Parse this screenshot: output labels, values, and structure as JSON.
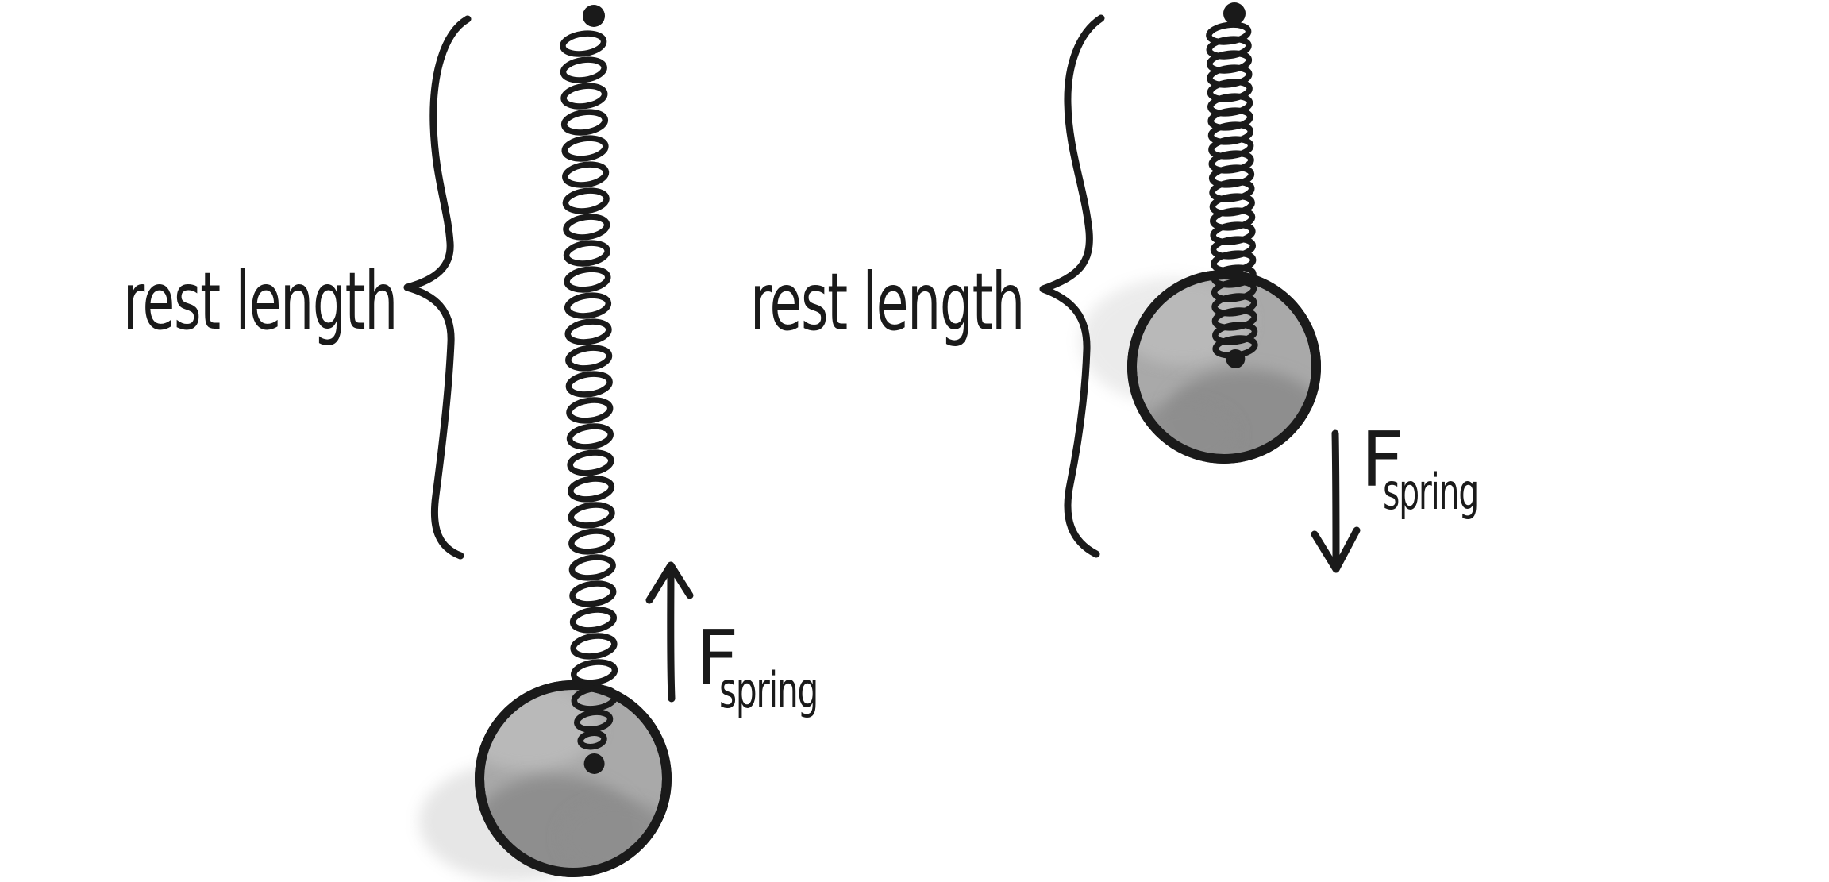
{
  "figure": {
    "caption": "",
    "left_system": {
      "rest_length_label": "rest length",
      "force_label": {
        "symbol": "F",
        "subscript": "spring"
      },
      "arrow_direction": "up",
      "spring_state": "stretched"
    },
    "right_system": {
      "rest_length_label": "rest length",
      "force_label": {
        "symbol": "F",
        "subscript": "spring"
      },
      "arrow_direction": "down",
      "spring_state": "compressed"
    },
    "colors": {
      "background": "#ffffff",
      "ink": "#1a1a1a",
      "ball_base": "#a9a9a9",
      "ball_shade": "#8e8e8e",
      "ball_highlight": "#bcbcbc"
    }
  }
}
